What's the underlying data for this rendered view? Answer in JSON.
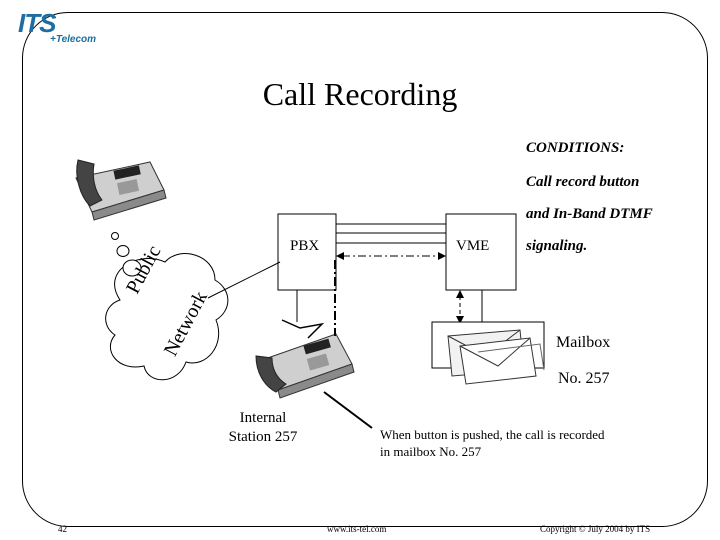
{
  "logo": {
    "brand": "ITS",
    "sub": "+Telecom"
  },
  "title": "Call Recording",
  "conditions": [
    "CONDITIONS:",
    "Call record button",
    "and In-Band DTMF",
    "signaling."
  ],
  "labels": {
    "pbx": "PBX",
    "vme": "VME",
    "public": "Public",
    "network": "Network",
    "mailbox": "Mailbox",
    "mailbox_no": "No. 257",
    "internal_1": "Internal",
    "internal_2": "Station 257",
    "note_1": "When button is pushed, the call is recorded",
    "note_2": "in mailbox No. 257"
  },
  "footer": {
    "page": "42",
    "url": "www.its-tel.com",
    "copyright": "Copyright © July 2004 by ITS"
  }
}
